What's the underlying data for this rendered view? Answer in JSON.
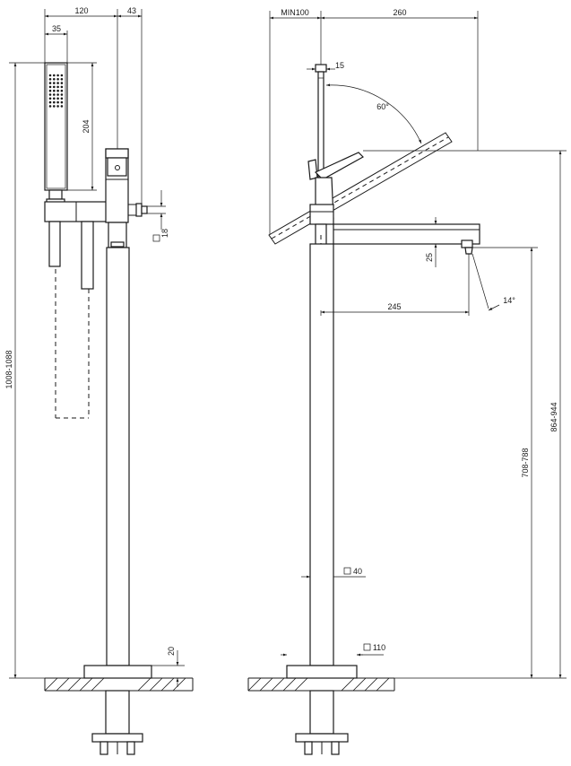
{
  "left_view": {
    "dimensions": {
      "width_hand_shower_offset": "120",
      "width_spout_offset": "43",
      "hand_shower_width": "35",
      "hand_shower_height": "204",
      "total_height": "1008-1088",
      "connector_size": "18",
      "base_thickness": "20"
    }
  },
  "right_view": {
    "dimensions": {
      "min_wall_clearance": "MIN100",
      "lever_reach": "260",
      "handle_width": "15",
      "lever_angle": "60°",
      "spout_height": "25",
      "spout_reach": "245",
      "spout_angle": "14°",
      "overall_height": "864-944",
      "spout_outlet_height": "708-788",
      "column_section": "40",
      "base_section": "110"
    }
  },
  "colors": {
    "line": "#1a1a1a",
    "background": "#ffffff"
  }
}
